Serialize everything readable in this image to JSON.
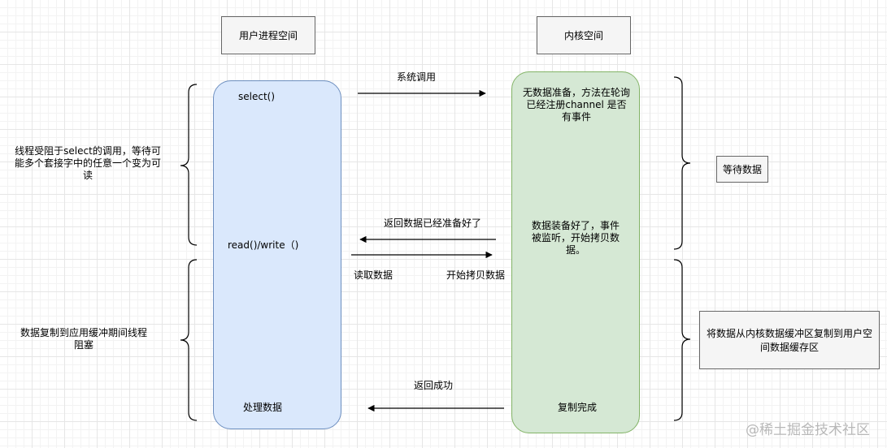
{
  "headers": {
    "user_space": "用户进程空间",
    "kernel_space": "内核空间"
  },
  "user_lane": {
    "select": "select()",
    "read_write": "read()/write（)",
    "process": "处理数据"
  },
  "kernel_lane": {
    "no_data": "无数据准备，方法在轮询已经注册channel 是否有事件",
    "data_ready": "数据装备好了，事件被监听，开始拷贝数据。",
    "copy_done": "复制完成"
  },
  "arrows": {
    "syscall": "系统调用",
    "data_ready_return": "返回数据已经准备好了",
    "read_data": "读取数据",
    "start_copy": "开始拷贝数据",
    "return_success": "返回成功"
  },
  "left_notes": {
    "blocked_select": "线程受阻于select的调用，等待可能多个套接字中的任意一个变为可读",
    "blocked_copy": "数据复制到应用缓冲期间线程阻塞"
  },
  "right_notes": {
    "wait_data": "等待数据",
    "copy_kernel_user": "将数据从内核数据缓冲区复制到用户空间数据缓存区"
  },
  "watermark": "@稀土掘金技术社区"
}
